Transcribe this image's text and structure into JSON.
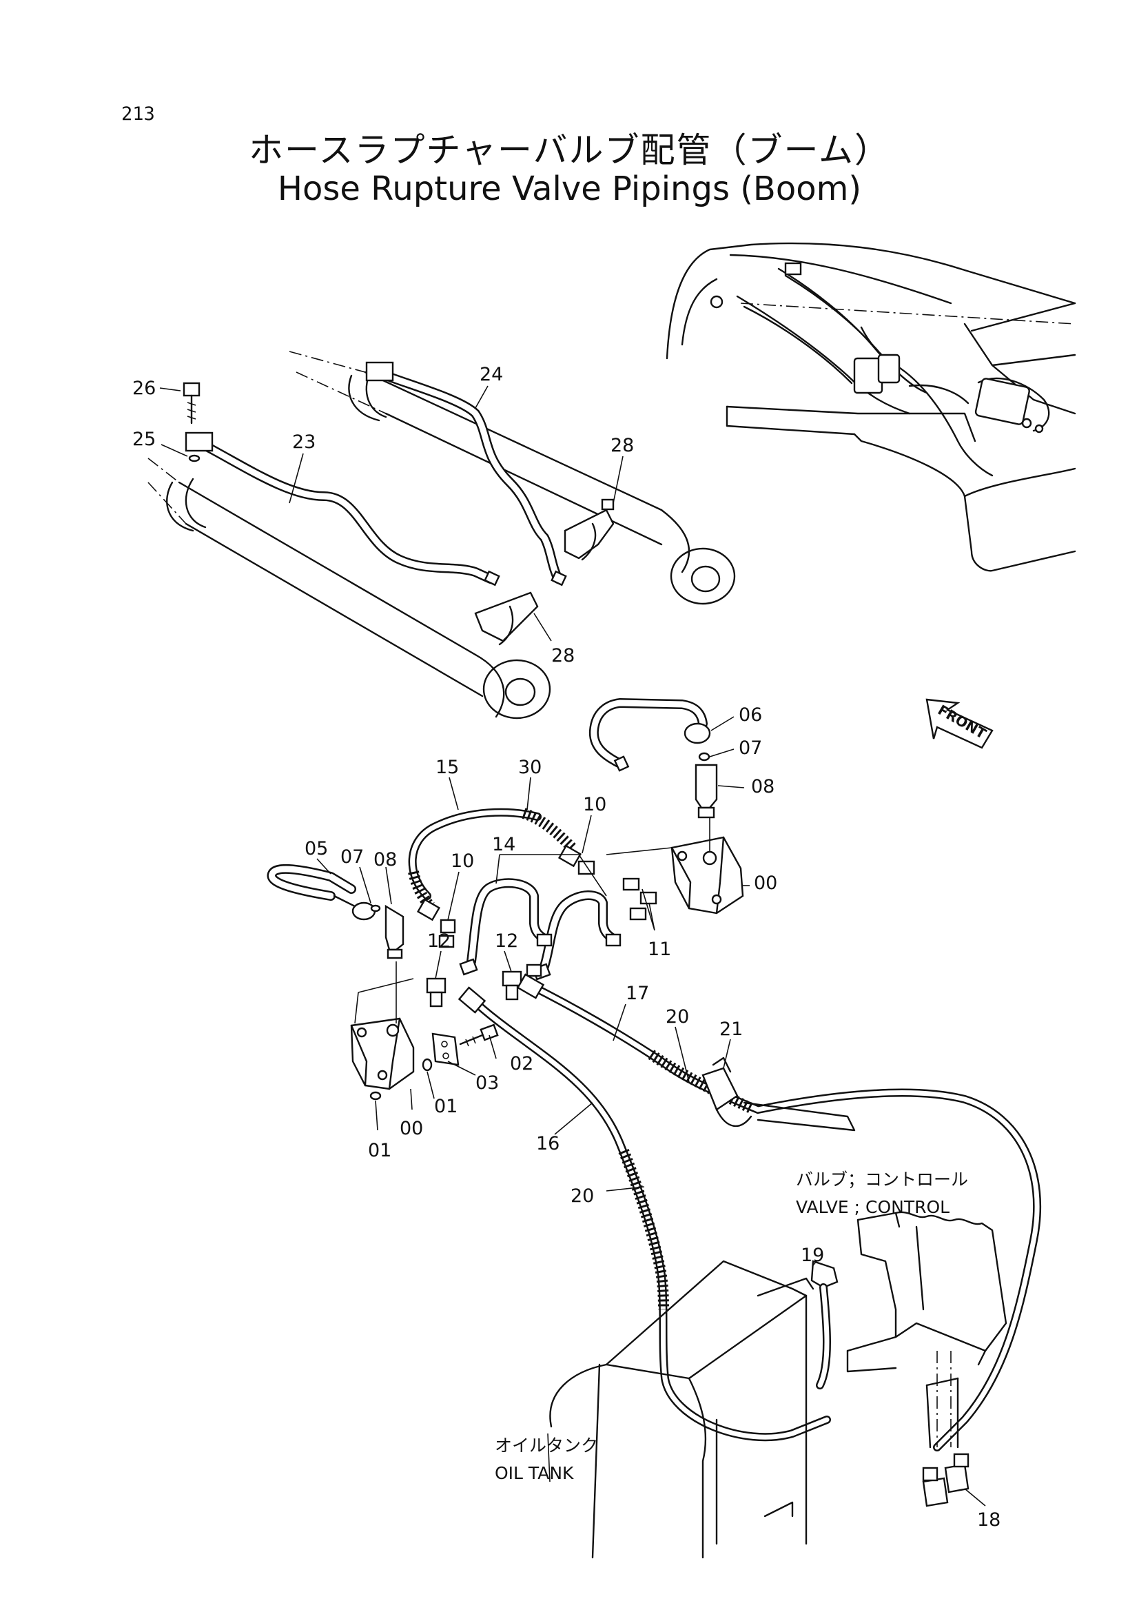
{
  "page_number": "213",
  "title_jp": "ホースラプチャーバルブ配管（ブーム）",
  "title_en": "Hose Rupture Valve Pipings (Boom)",
  "front_label": "FRONT",
  "callouts": {
    "p26": "26",
    "p25": "25",
    "p23": "23",
    "p24": "24",
    "p28a": "28",
    "p28b": "28",
    "p06": "06",
    "p07a": "07",
    "p08a": "08",
    "p15": "15",
    "p30": "30",
    "p10a": "10",
    "p14": "14",
    "p00a": "00",
    "p05": "05",
    "p07b": "07",
    "p08b": "08",
    "p10b": "10",
    "p11": "11",
    "p12a": "12",
    "p12b": "12",
    "p17": "17",
    "p20a": "20",
    "p21": "21",
    "p02": "02",
    "p03": "03",
    "p01a": "01",
    "p00b": "00",
    "p01b": "01",
    "p16": "16",
    "p20b": "20",
    "p19": "19",
    "p18": "18"
  },
  "notes": {
    "valve_jp": "バルブ；コントロール",
    "valve_en": "VALVE ; CONTROL",
    "tank_jp": "オイルタンク",
    "tank_en": "OIL TANK"
  }
}
